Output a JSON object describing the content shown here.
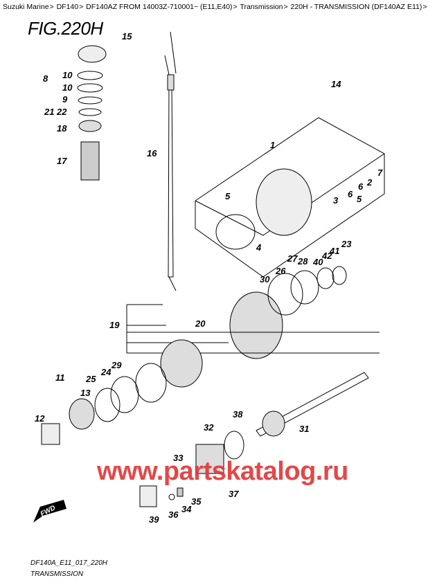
{
  "breadcrumb": [
    "Suzuki Marine",
    "DF140",
    "DF140AZ FROM 14003Z-710001~ (E11,E40)",
    "Transmission",
    "220H - TRANSMISSION (DF140AZ E11)"
  ],
  "breadcrumb_sep": ">",
  "figure_title": "FIG.220H",
  "callouts": [
    "15",
    "8",
    "10",
    "10",
    "9",
    "21",
    "22",
    "18",
    "17",
    "16",
    "14",
    "1",
    "2",
    "7",
    "6",
    "5",
    "3",
    "6",
    "5",
    "4",
    "23",
    "41",
    "42",
    "40",
    "27",
    "28",
    "26",
    "30",
    "19",
    "20",
    "11",
    "25",
    "24",
    "29",
    "13",
    "12",
    "38",
    "31",
    "32",
    "33",
    "37",
    "35",
    "34",
    "36",
    "39"
  ],
  "footer": {
    "drawing_code": "DF140A_E11_017_220H",
    "caption": "TRANSMISSION"
  },
  "watermark": "www.partskatalog.ru",
  "fwd_label": "FWD",
  "colors": {
    "watermark": "#e0393a",
    "line": "#000000"
  }
}
